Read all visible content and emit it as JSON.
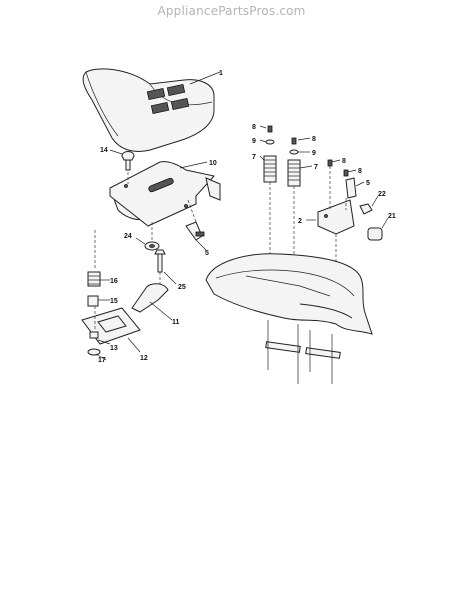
{
  "header": {
    "site": "AppliancePartsPros.com"
  },
  "callouts": [
    {
      "id": "c1",
      "label": "1"
    },
    {
      "id": "c10",
      "label": "10"
    },
    {
      "id": "c14",
      "label": "14"
    },
    {
      "id": "c24",
      "label": "24"
    },
    {
      "id": "c5a",
      "label": "5"
    },
    {
      "id": "c25",
      "label": "25"
    },
    {
      "id": "c16",
      "label": "16"
    },
    {
      "id": "c15",
      "label": "15"
    },
    {
      "id": "c11",
      "label": "11"
    },
    {
      "id": "c13",
      "label": "13"
    },
    {
      "id": "c17",
      "label": "17"
    },
    {
      "id": "c12",
      "label": "12"
    },
    {
      "id": "c8a",
      "label": "8"
    },
    {
      "id": "c9a",
      "label": "9"
    },
    {
      "id": "c7a",
      "label": "7"
    },
    {
      "id": "c8b",
      "label": "8"
    },
    {
      "id": "c9b",
      "label": "9"
    },
    {
      "id": "c7b",
      "label": "7"
    },
    {
      "id": "c8c",
      "label": "8"
    },
    {
      "id": "c8d",
      "label": "8"
    },
    {
      "id": "c5b",
      "label": "5"
    },
    {
      "id": "c22",
      "label": "22"
    },
    {
      "id": "c2",
      "label": "2"
    },
    {
      "id": "c21",
      "label": "21"
    }
  ]
}
